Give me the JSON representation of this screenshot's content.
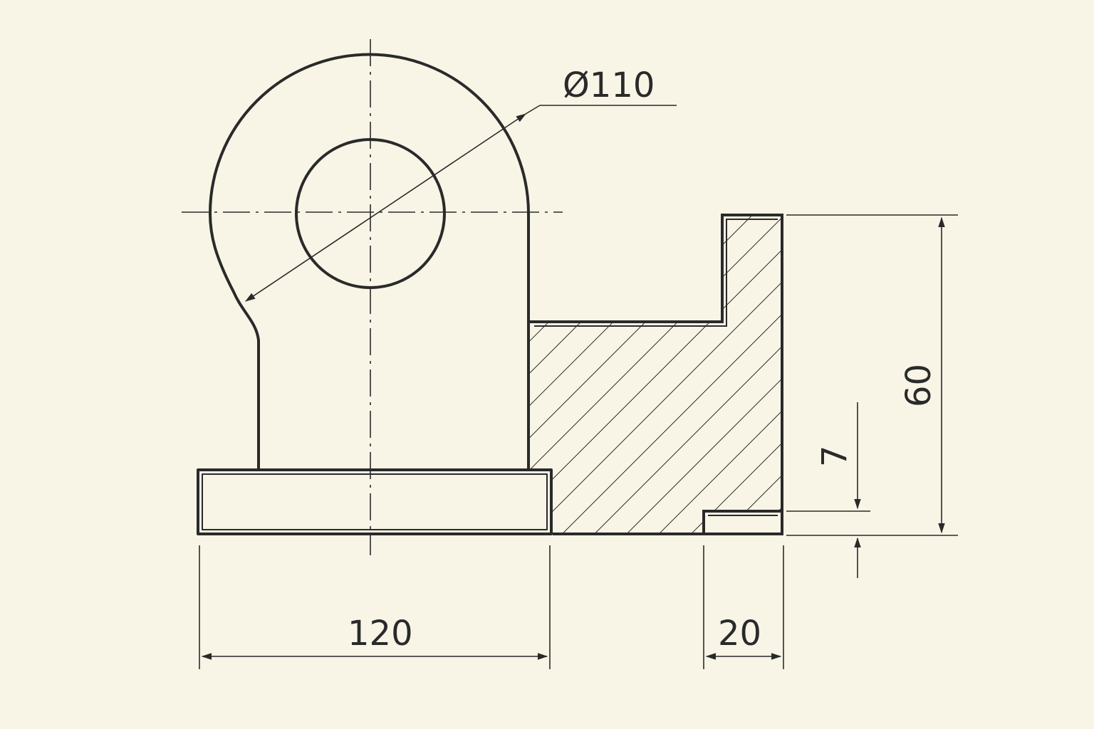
{
  "colors": {
    "paper": "#f8f5e6",
    "ink": "#2a2a2a"
  },
  "dimensions": {
    "diameter": "Ø110",
    "base_width": "120",
    "slot_width": "20",
    "height": "60",
    "slot_depth": "7"
  }
}
